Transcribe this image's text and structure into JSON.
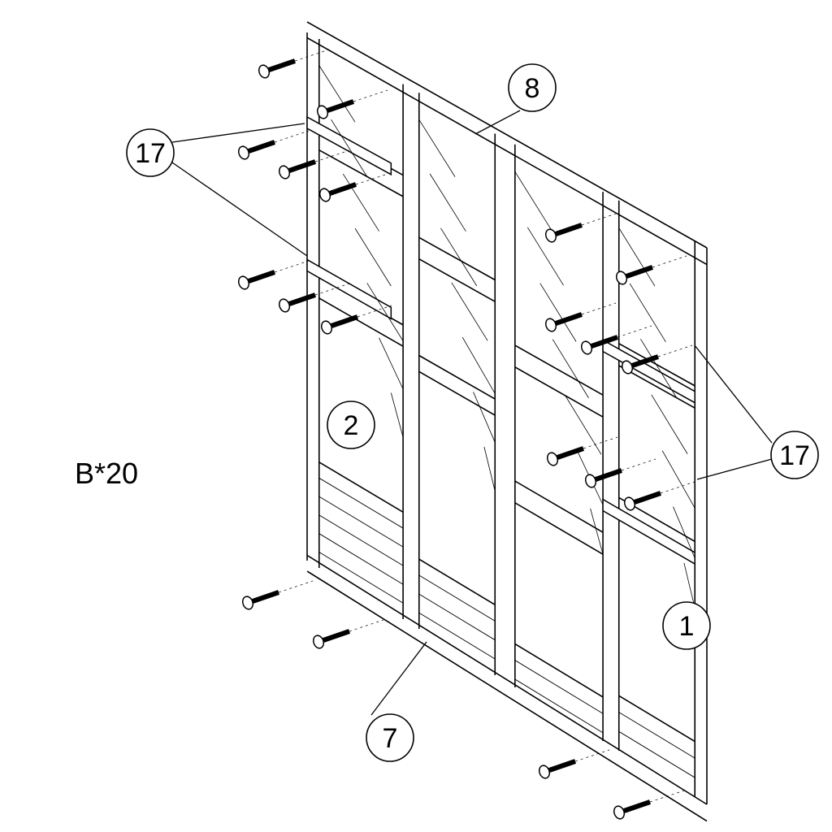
{
  "quantity_note": "B*20",
  "callouts": [
    {
      "id": "top-rail",
      "label": "8"
    },
    {
      "id": "left-cross-bars",
      "label": "17"
    },
    {
      "id": "left-panel",
      "label": "2"
    },
    {
      "id": "right-cross-bars",
      "label": "17"
    },
    {
      "id": "right-panel",
      "label": "1"
    },
    {
      "id": "bottom-rail",
      "label": "7"
    }
  ],
  "colors": {
    "line": "#000000",
    "background": "#ffffff"
  }
}
